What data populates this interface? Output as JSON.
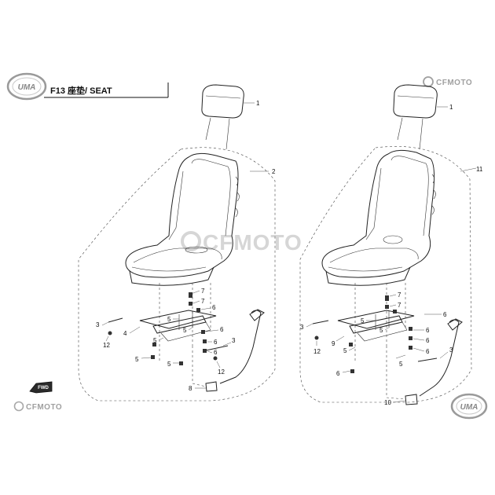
{
  "header": {
    "logo_text": "UMA",
    "title": "F13 座垫/ SEAT"
  },
  "branding": {
    "top_right_logo": "CFMOTO",
    "bottom_left_logo": "CFMOTO",
    "watermark": "CFMOTO",
    "bottom_right_logo": "UMA"
  },
  "direction_badge": "FWD",
  "left_assembly": {
    "group_label": "2",
    "callouts": [
      "1",
      "7",
      "7",
      "6",
      "6",
      "3",
      "4",
      "5",
      "5",
      "6",
      "6",
      "3",
      "12",
      "12",
      "5",
      "5",
      "5",
      "8"
    ]
  },
  "right_assembly": {
    "group_label": "11",
    "callouts": [
      "1",
      "7",
      "7",
      "6",
      "6",
      "3",
      "9",
      "5",
      "5",
      "6",
      "6",
      "3",
      "12",
      "5",
      "5",
      "6",
      "10"
    ]
  },
  "colors": {
    "line": "#222222",
    "watermark": "#d6d6d6",
    "logo_ring": "#9a9a9a"
  }
}
